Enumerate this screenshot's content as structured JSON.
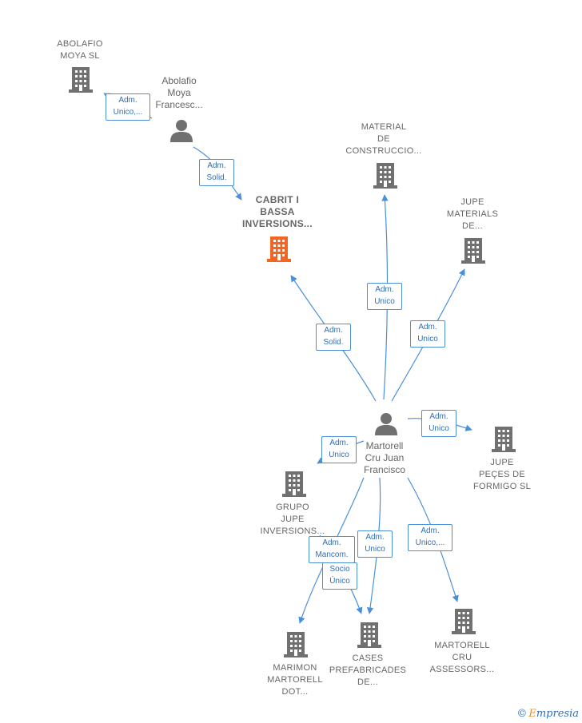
{
  "colors": {
    "edge": "#4a90d9",
    "company": "#707070",
    "focus": "#f26522",
    "person": "#707070"
  },
  "nodes": {
    "abolafio_moya_sl": "ABOLAFIO\nMOYA SL",
    "abolafio_person": "Abolafio\nMoya\nFrancesc...",
    "material": "MATERIAL\nDE\nCONSTRUCCIO...",
    "cabrit": "CABRIT I\nBASSA\nINVERSIONS...",
    "jupe_materials": "JUPE\nMATERIALS\nDE...",
    "martorell_person": "Martorell\nCru Juan\nFrancisco",
    "jupe_peces": "JUPE\nPEÇES DE\nFORMIGO SL",
    "grupo_jupe": "GRUPO\nJUPE\nINVERSIONS...",
    "marimon": "MARIMON\nMARTORELL\nDOT...",
    "cases": "CASES\nPREFABRICADES\nDE...",
    "martorell_cru": "MARTORELL\nCRU\nASSESSORS..."
  },
  "edges": {
    "e1": "Adm.\nUnico,...",
    "e2": "Adm.\nSolid.",
    "e3": "Adm.\nUnico",
    "e4": "Adm.\nSolid.",
    "e5": "Adm.\nUnico",
    "e6": "Adm.\nUnico",
    "e7": "Adm.\nUnico",
    "e8": "Adm.\nUnico",
    "e9": "Adm.\nUnico,...",
    "e10": "Adm.\nMancom.",
    "e11": "Socio\nÚnico"
  },
  "brand": {
    "copyright": "©",
    "first_letter": "E",
    "rest": "mpresia"
  }
}
